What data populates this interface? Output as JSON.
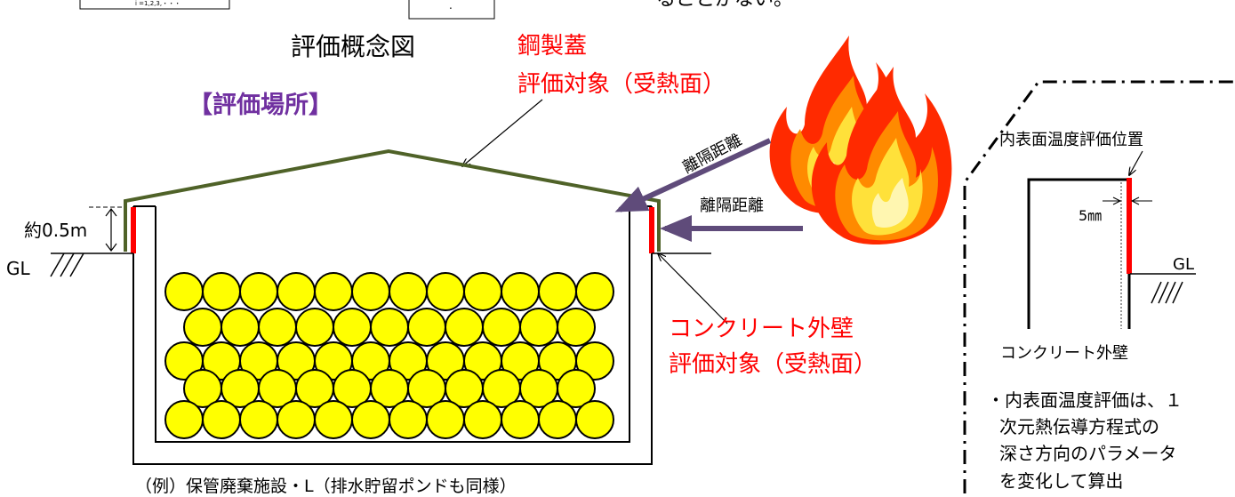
{
  "title": "評価概念図",
  "location_label": "【評価場所】",
  "steel_lid_label": "鋼製蓋",
  "steel_lid_target": "評価対象（受熱面）",
  "distance_label_upper": "離隔距離",
  "distance_label_lower": "離隔距離",
  "height_label": "約0.5m",
  "gl_label_left": "GL",
  "concrete_wall_label": "コンクリート外壁",
  "concrete_wall_target": "評価対象（受熱面）",
  "caption": "（例）保管廃棄施設・L（排水貯留ポンドも同様）",
  "detail": {
    "position_label": "内表面温度評価位置",
    "depth_label": "5㎜",
    "gl_label": "GL",
    "wall_label": "コンクリート外壁",
    "note_lines": [
      "・内表面温度評価は、１",
      "次元熱伝導方程式の",
      "深さ方向のパラメータ",
      "を変化して算出"
    ]
  },
  "top_fragments": {
    "formula_text": "i =1,2,3,・・・",
    "dot_text": ".",
    "cut_text": "ることがない。"
  },
  "colors": {
    "red": "#ff0000",
    "lid": "#4f6228",
    "arrow": "#5f4b7a",
    "title_purple": "#7030a0",
    "circle_fill": "#ffff00"
  },
  "packing": {
    "rows": 5,
    "circles_per_row": [
      12,
      11,
      12,
      11,
      12
    ]
  }
}
